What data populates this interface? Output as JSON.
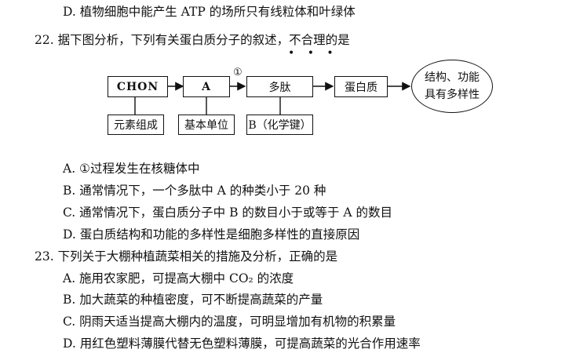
{
  "prev_option_d": "D. 植物细胞中能产生 ATP 的场所只有线粒体和叶绿体",
  "q22": {
    "stem": "22. 据下图分析，下列有关蛋白质分子的叙述，不合理的是",
    "emphasis_dots": "• • •",
    "diagram": {
      "chon": "CHON",
      "a": "A",
      "peptide": "多肽",
      "protein": "蛋白质",
      "ellipse_line1": "结构、功能",
      "ellipse_line2": "具有多样性",
      "circled_one": "①",
      "label_elements": "元素组成",
      "label_unit": "基本单位",
      "label_b": "B（化学键）"
    },
    "options": [
      "A. ①过程发生在核糖体中",
      "B. 通常情况下，一个多肽中 A 的种类小于 20 种",
      "C. 通常情况下，蛋白质分子中 B 的数目小于或等于 A 的数目",
      "D. 蛋白质结构和功能的多样性是细胞多样性的直接原因"
    ]
  },
  "q23": {
    "stem": "23. 下列关于大棚种植蔬菜相关的措施及分析，正确的是",
    "options": [
      "A. 施用农家肥，可提高大棚中 CO₂ 的浓度",
      "B. 加大蔬菜的种植密度，可不断提高蔬菜的产量",
      "C. 阴雨天适当提高大棚内的温度，可明显增加有机物的积累量",
      "D. 用红色塑料薄膜代替无色塑料薄膜，可提高蔬菜的光合作用速率"
    ]
  }
}
